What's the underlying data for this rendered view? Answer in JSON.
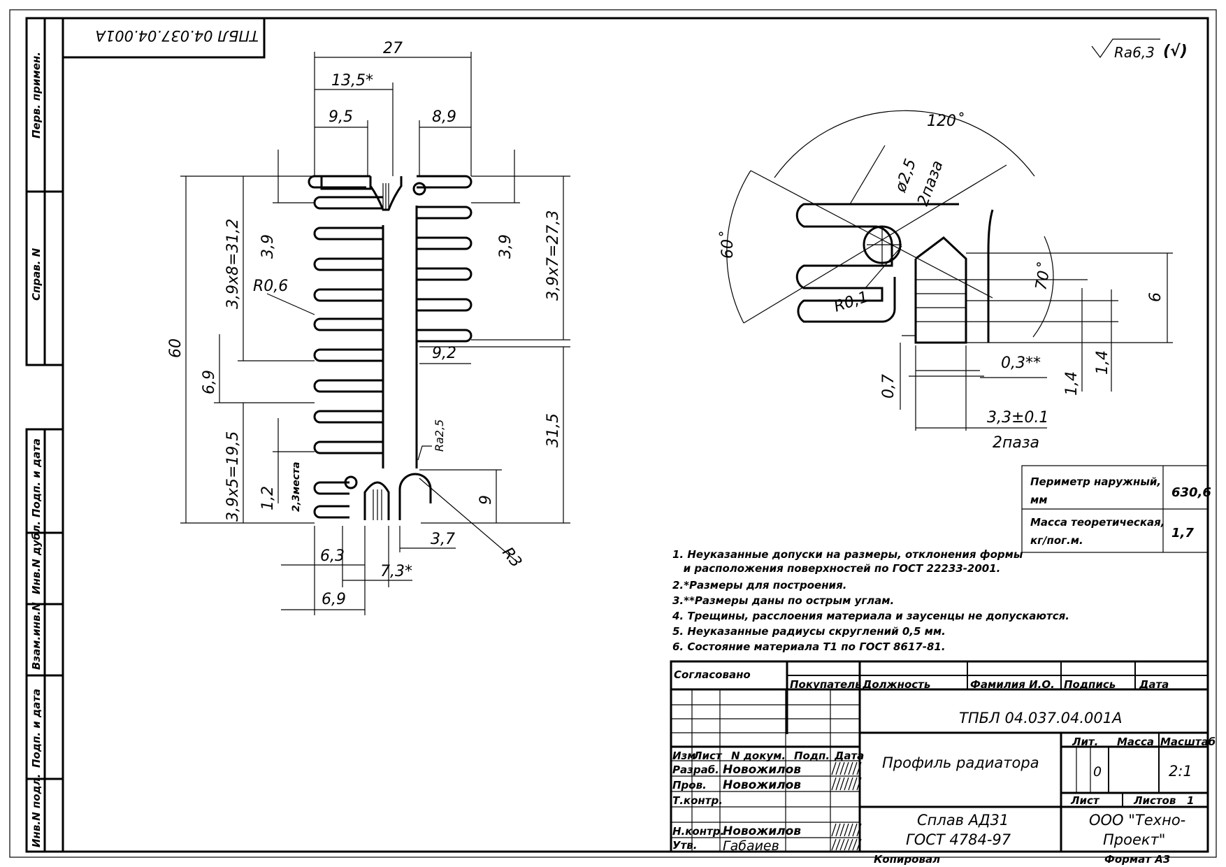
{
  "stamp_top": "ТПБЛ 04.037.04.001А",
  "roughness": "Ra6,3",
  "roughness_mark": "(√)",
  "left_margin": {
    "perv_primen": "Перв. примен.",
    "sprav_n": "Справ. N",
    "podp_data_1": "Подп. и дата",
    "inv_n_dubl": "Инв.N дубл.",
    "vzam_inv_n": "Взам.инв.N",
    "podp_data_2": "Подп. и дата",
    "inv_n_podl": "Инв.N подл."
  },
  "dims_left": {
    "d27": "27",
    "d135": "13,5*",
    "d95": "9,5",
    "d89": "8,9",
    "d39a": "3,9",
    "d39b": "3,9",
    "d312": "3,9x8=31,2",
    "d273": "3,9x7=27,3",
    "r06": "R0,6",
    "d60": "60",
    "d69v": "6,9",
    "d92": "9,2",
    "d195": "3,9x5=19,5",
    "d315": "31,5",
    "d12": "1,2",
    "mesta": "2,3места",
    "ra25": "Ra2,5",
    "d9": "9",
    "d37": "3,7",
    "r3": "R3",
    "d63": "6,3",
    "d73": "7,3*",
    "d69h": "6,9"
  },
  "dims_right": {
    "a120": "120˚",
    "a60": "60˚",
    "d25": "ø2,5",
    "paza1": "2паза",
    "r01": "R0,1",
    "a70": "70˚",
    "d6": "6",
    "d03": "0,3**",
    "d07": "0,7",
    "d14a": "1,4",
    "d14b": "1,4",
    "d33": "3,3±0.1",
    "paza2": "2паза"
  },
  "props": [
    {
      "label1": "Периметр наружный,",
      "label2": "мм",
      "value": "630,6"
    },
    {
      "label1": "Масса теоретическая,",
      "label2": "кг/пог.м.",
      "value": "1,7"
    }
  ],
  "notes": [
    "1. Неуказанные допуски на размеры, отклонения формы",
    "   и расположения поверхностей по ГОСТ 22233-2001.",
    "2.*Размеры для построения.",
    "3.**Размеры даны по острым углам.",
    "4. Трещины, расслоения материала и заусенцы не допускаются.",
    "5. Неуказанные радиусы скруглений 0,5 мм.",
    "6. Состояние материала Т1 по ГОСТ 8617-81."
  ],
  "title_block": {
    "soglasovano": "Согласовано",
    "pokupatel": "Покупатель",
    "dolzhnost": "Должность",
    "familiya": "Фамилия И.О.",
    "podpis": "Подпись",
    "data": "Дата",
    "designation": "ТПБЛ 04.037.04.001А",
    "izm": "Изм",
    "list": "Лист",
    "n_dokum": "N докум.",
    "podp": "Подп.",
    "data_col": "Дата",
    "razrab": "Разраб.",
    "razrab_name": "Новожилов",
    "prov": "Пров.",
    "prov_name": "Новожилов",
    "tkontr": "Т.контр.",
    "nkontr": "Н.контр.",
    "nkontr_name": "Новожилов",
    "utv": "Утв.",
    "utv_name": "Габаиев",
    "part_name": "Профиль радиатора",
    "lit": "Лит.",
    "massa": "Масса",
    "masshtab": "Масштаб",
    "lit_val": "0",
    "scale_val": "2:1",
    "list_label": "Лист",
    "listov_label": "Листов",
    "listov_val": "1",
    "material1": "Сплав АД31",
    "material2": "ГОСТ 4784-97",
    "org1": "ООО \"Техно-",
    "org2": "Проект\"",
    "kopiroval": "Копировал",
    "format": "Формат А3"
  }
}
